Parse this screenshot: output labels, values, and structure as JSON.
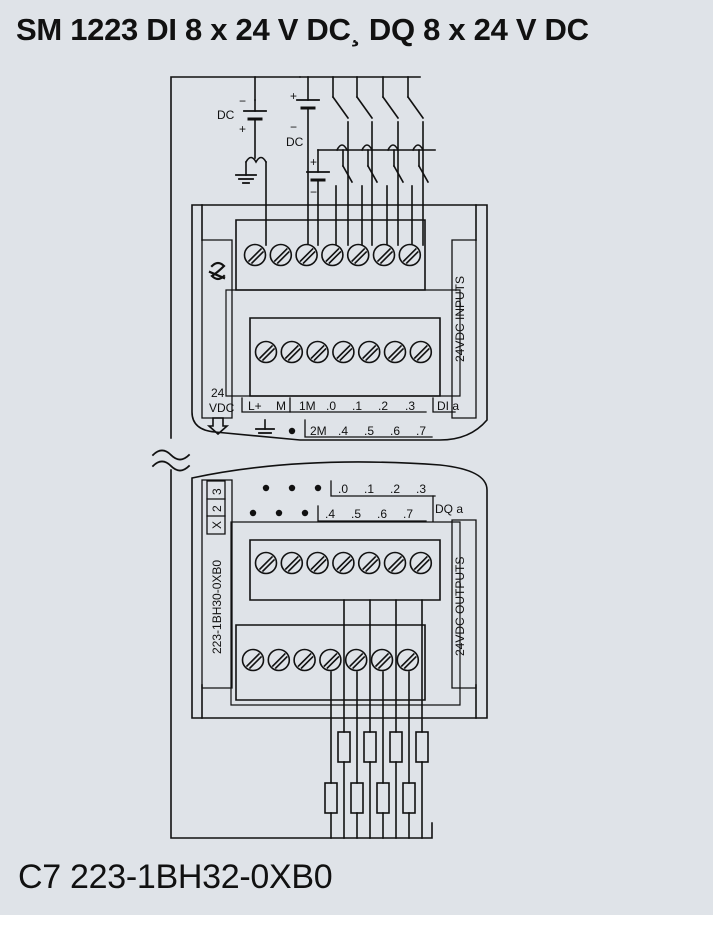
{
  "title": "SM 1223 DI 8 x 24 V DC¸ DQ 8 x 24 V DC",
  "part_number": "C7 223-1BH32-0XB0",
  "colors": {
    "background": "#dfe3e8",
    "line": "#111111",
    "module_fill": "#dfe3e8"
  },
  "icons": [
    "siemens-logo-icon",
    "ground-icon",
    "sink-arrow-icon",
    "break-mark-icon"
  ],
  "power": {
    "dc_label_top": "DC",
    "dc_label_inputs": "DC",
    "plus": "+",
    "minus": "−",
    "supply_24": "24",
    "supply_vdc": "VDC"
  },
  "inputs": {
    "side_label": "24VDC INPUTS",
    "group_label": "DI a",
    "top_row": [
      "L+",
      "M",
      "1M",
      ".0",
      ".1",
      ".2",
      ".3"
    ],
    "bottom_row": [
      "2M",
      ".4",
      ".5",
      ".6",
      ".7"
    ]
  },
  "outputs": {
    "side_label": "24VDC OUTPUTS",
    "group_label": "DQ a",
    "top_row": [
      ".0",
      ".1",
      ".2",
      ".3"
    ],
    "bottom_row": [
      ".4",
      ".5",
      ".6",
      ".7"
    ],
    "connector_label_x": "X",
    "connector_label_2": "2",
    "connector_label_3": "3",
    "module_code": "223-1BH30-0XB0"
  }
}
